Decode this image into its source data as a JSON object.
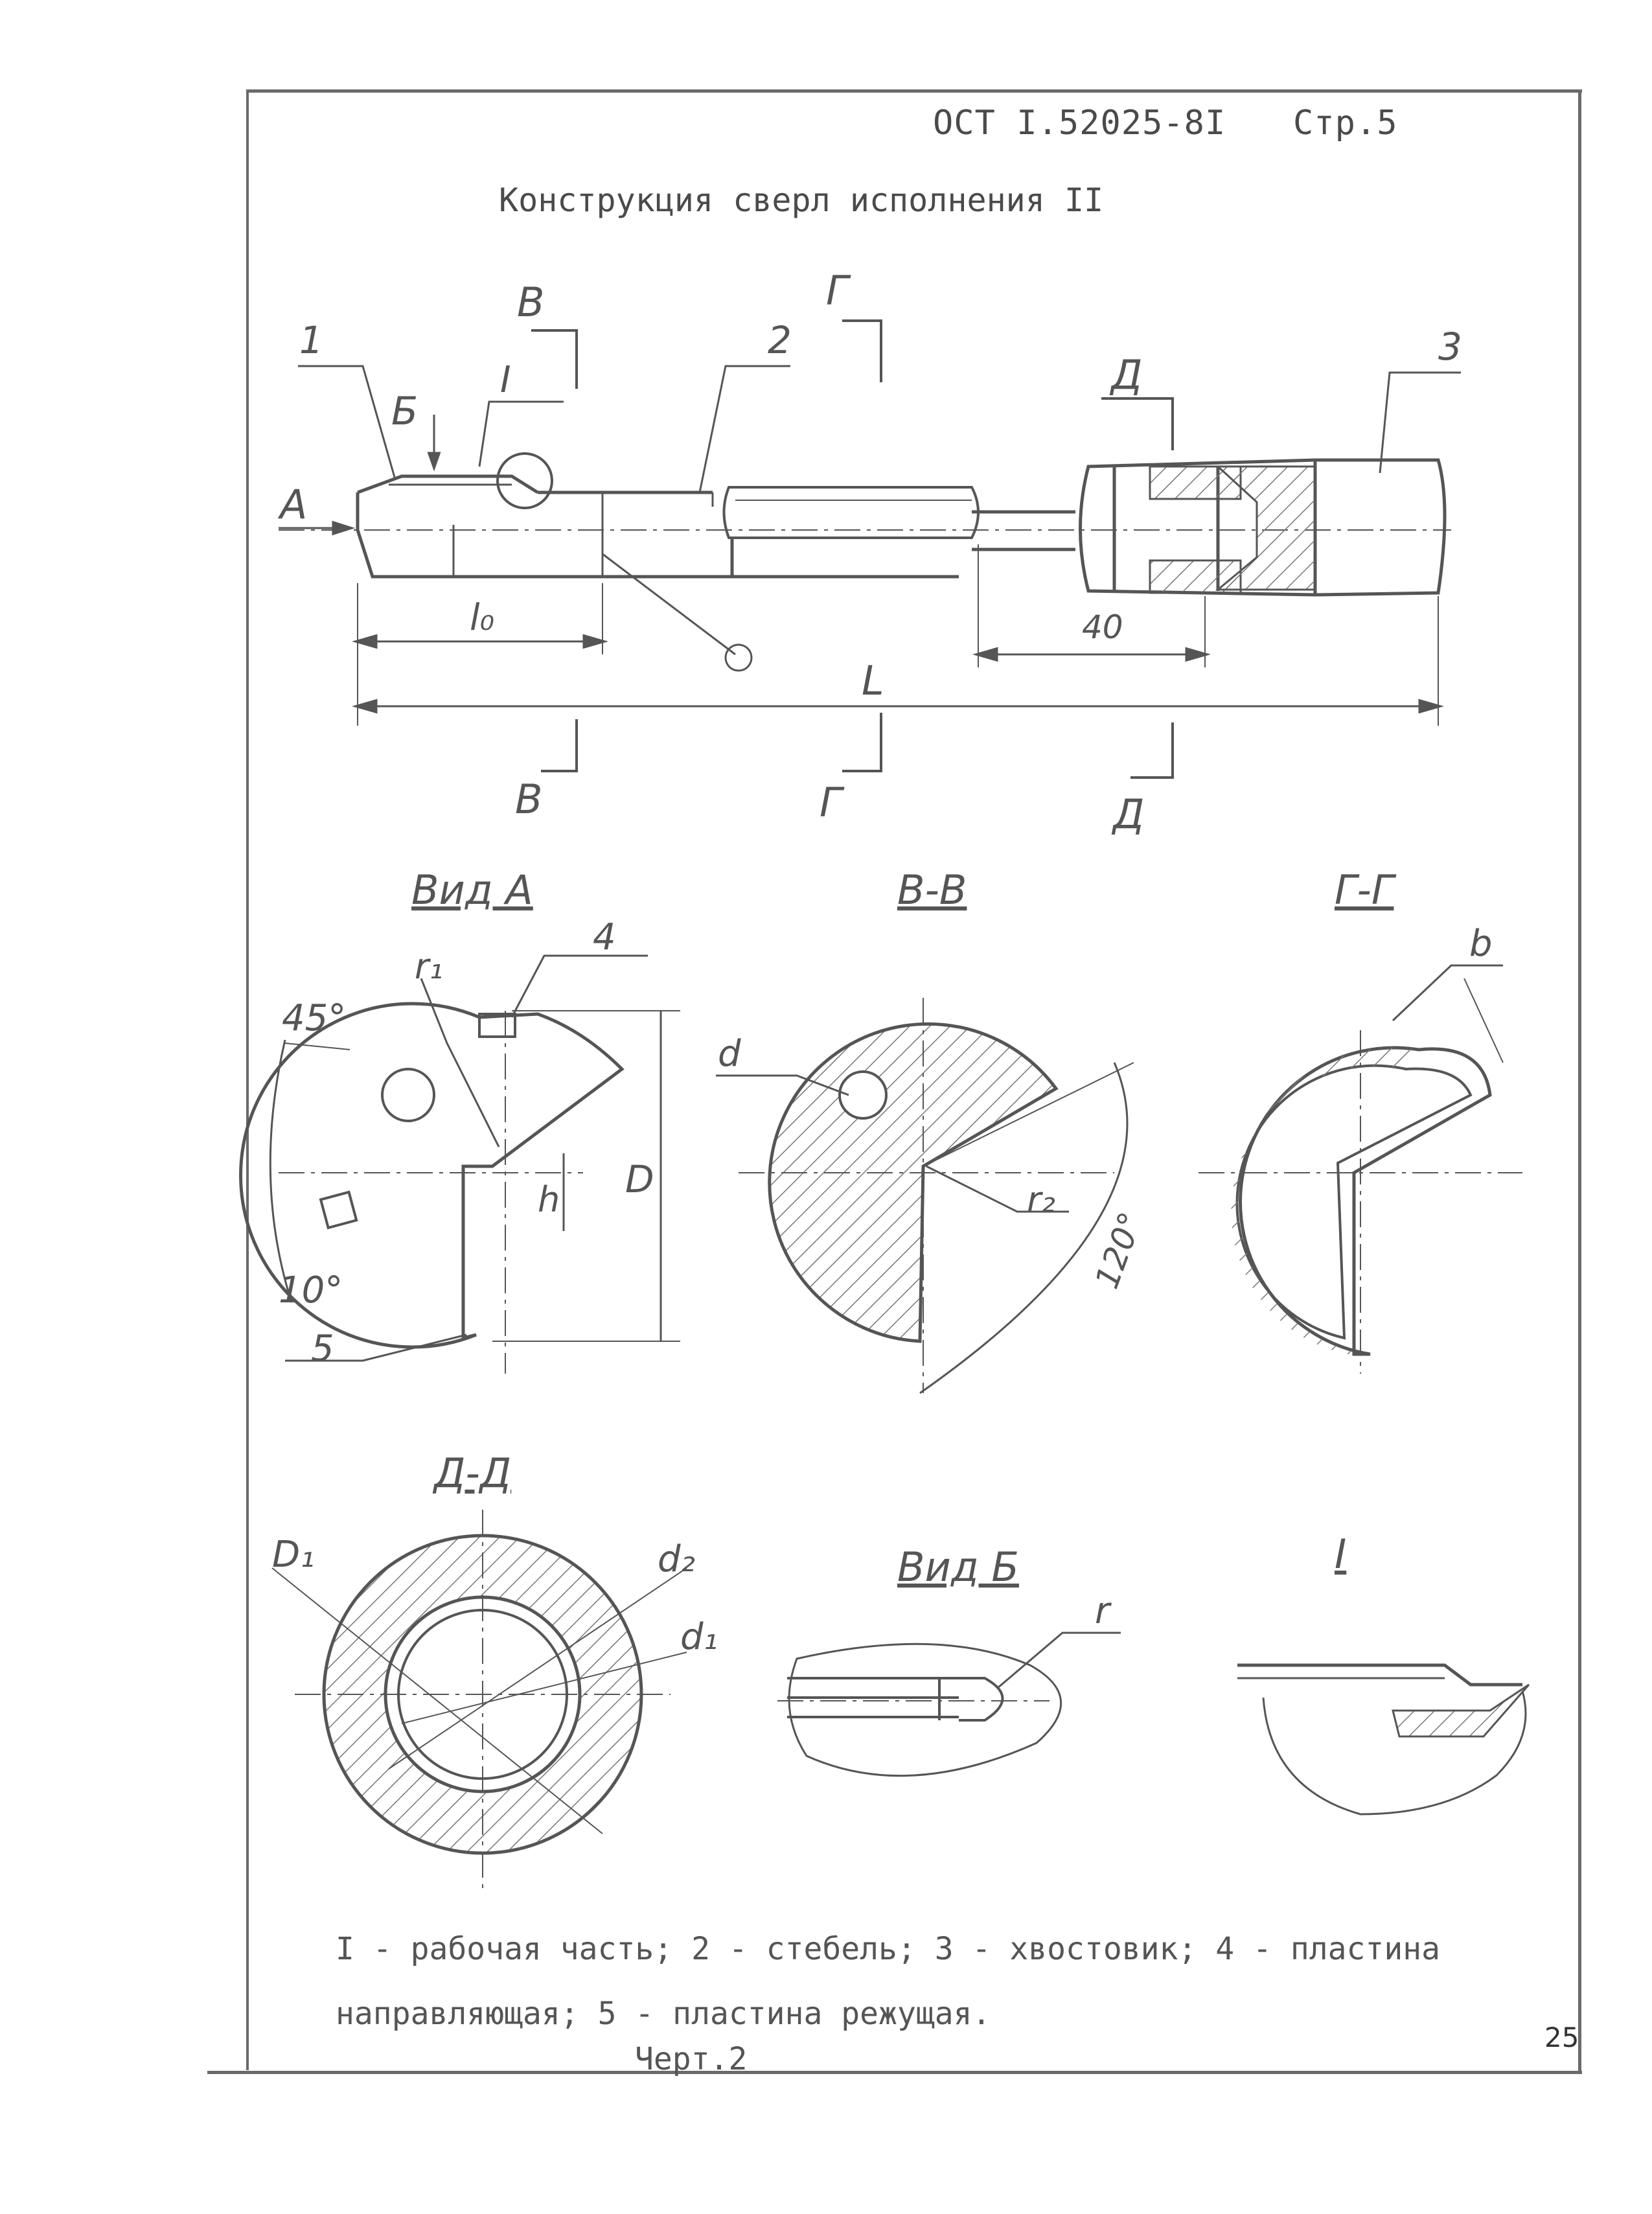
{
  "header": {
    "doc_code": "ОСТ I.52025-8I",
    "page_ref": "Стр.5"
  },
  "title": "Конструкция сверл исполнения II",
  "main_view": {
    "callouts": [
      "1",
      "2",
      "3"
    ],
    "section_marks": {
      "v": "В",
      "g": "Г",
      "d": "Д",
      "a": "А",
      "b": "Б",
      "detail": "I"
    },
    "dims": {
      "l0": "l₀",
      "L": "L",
      "forty": "40"
    }
  },
  "views": {
    "vid_a": {
      "title": "Вид А",
      "angle_45": "45°",
      "angle_10": "10°",
      "r1": "r₁",
      "h": "h",
      "D": "D",
      "c4": "4",
      "c5": "5"
    },
    "sec_vv": {
      "title": "В-В",
      "d": "d",
      "r2": "r₂",
      "angle": "120°"
    },
    "sec_gg": {
      "title": "Г-Г",
      "b": "b"
    },
    "sec_dd": {
      "title": "Д-Д",
      "D1": "D₁",
      "d2": "d₂",
      "d1": "d₁"
    },
    "vid_b": {
      "title": "Вид Б",
      "r": "r"
    },
    "detail_i": {
      "title": "I"
    }
  },
  "caption": {
    "line1": "I - рабочая часть; 2 - стебель; 3 - хвостовик; 4 - пластина",
    "line2": "направляющая; 5 - пластина режущая.",
    "figure": "Черт.2"
  },
  "page_number": "25"
}
